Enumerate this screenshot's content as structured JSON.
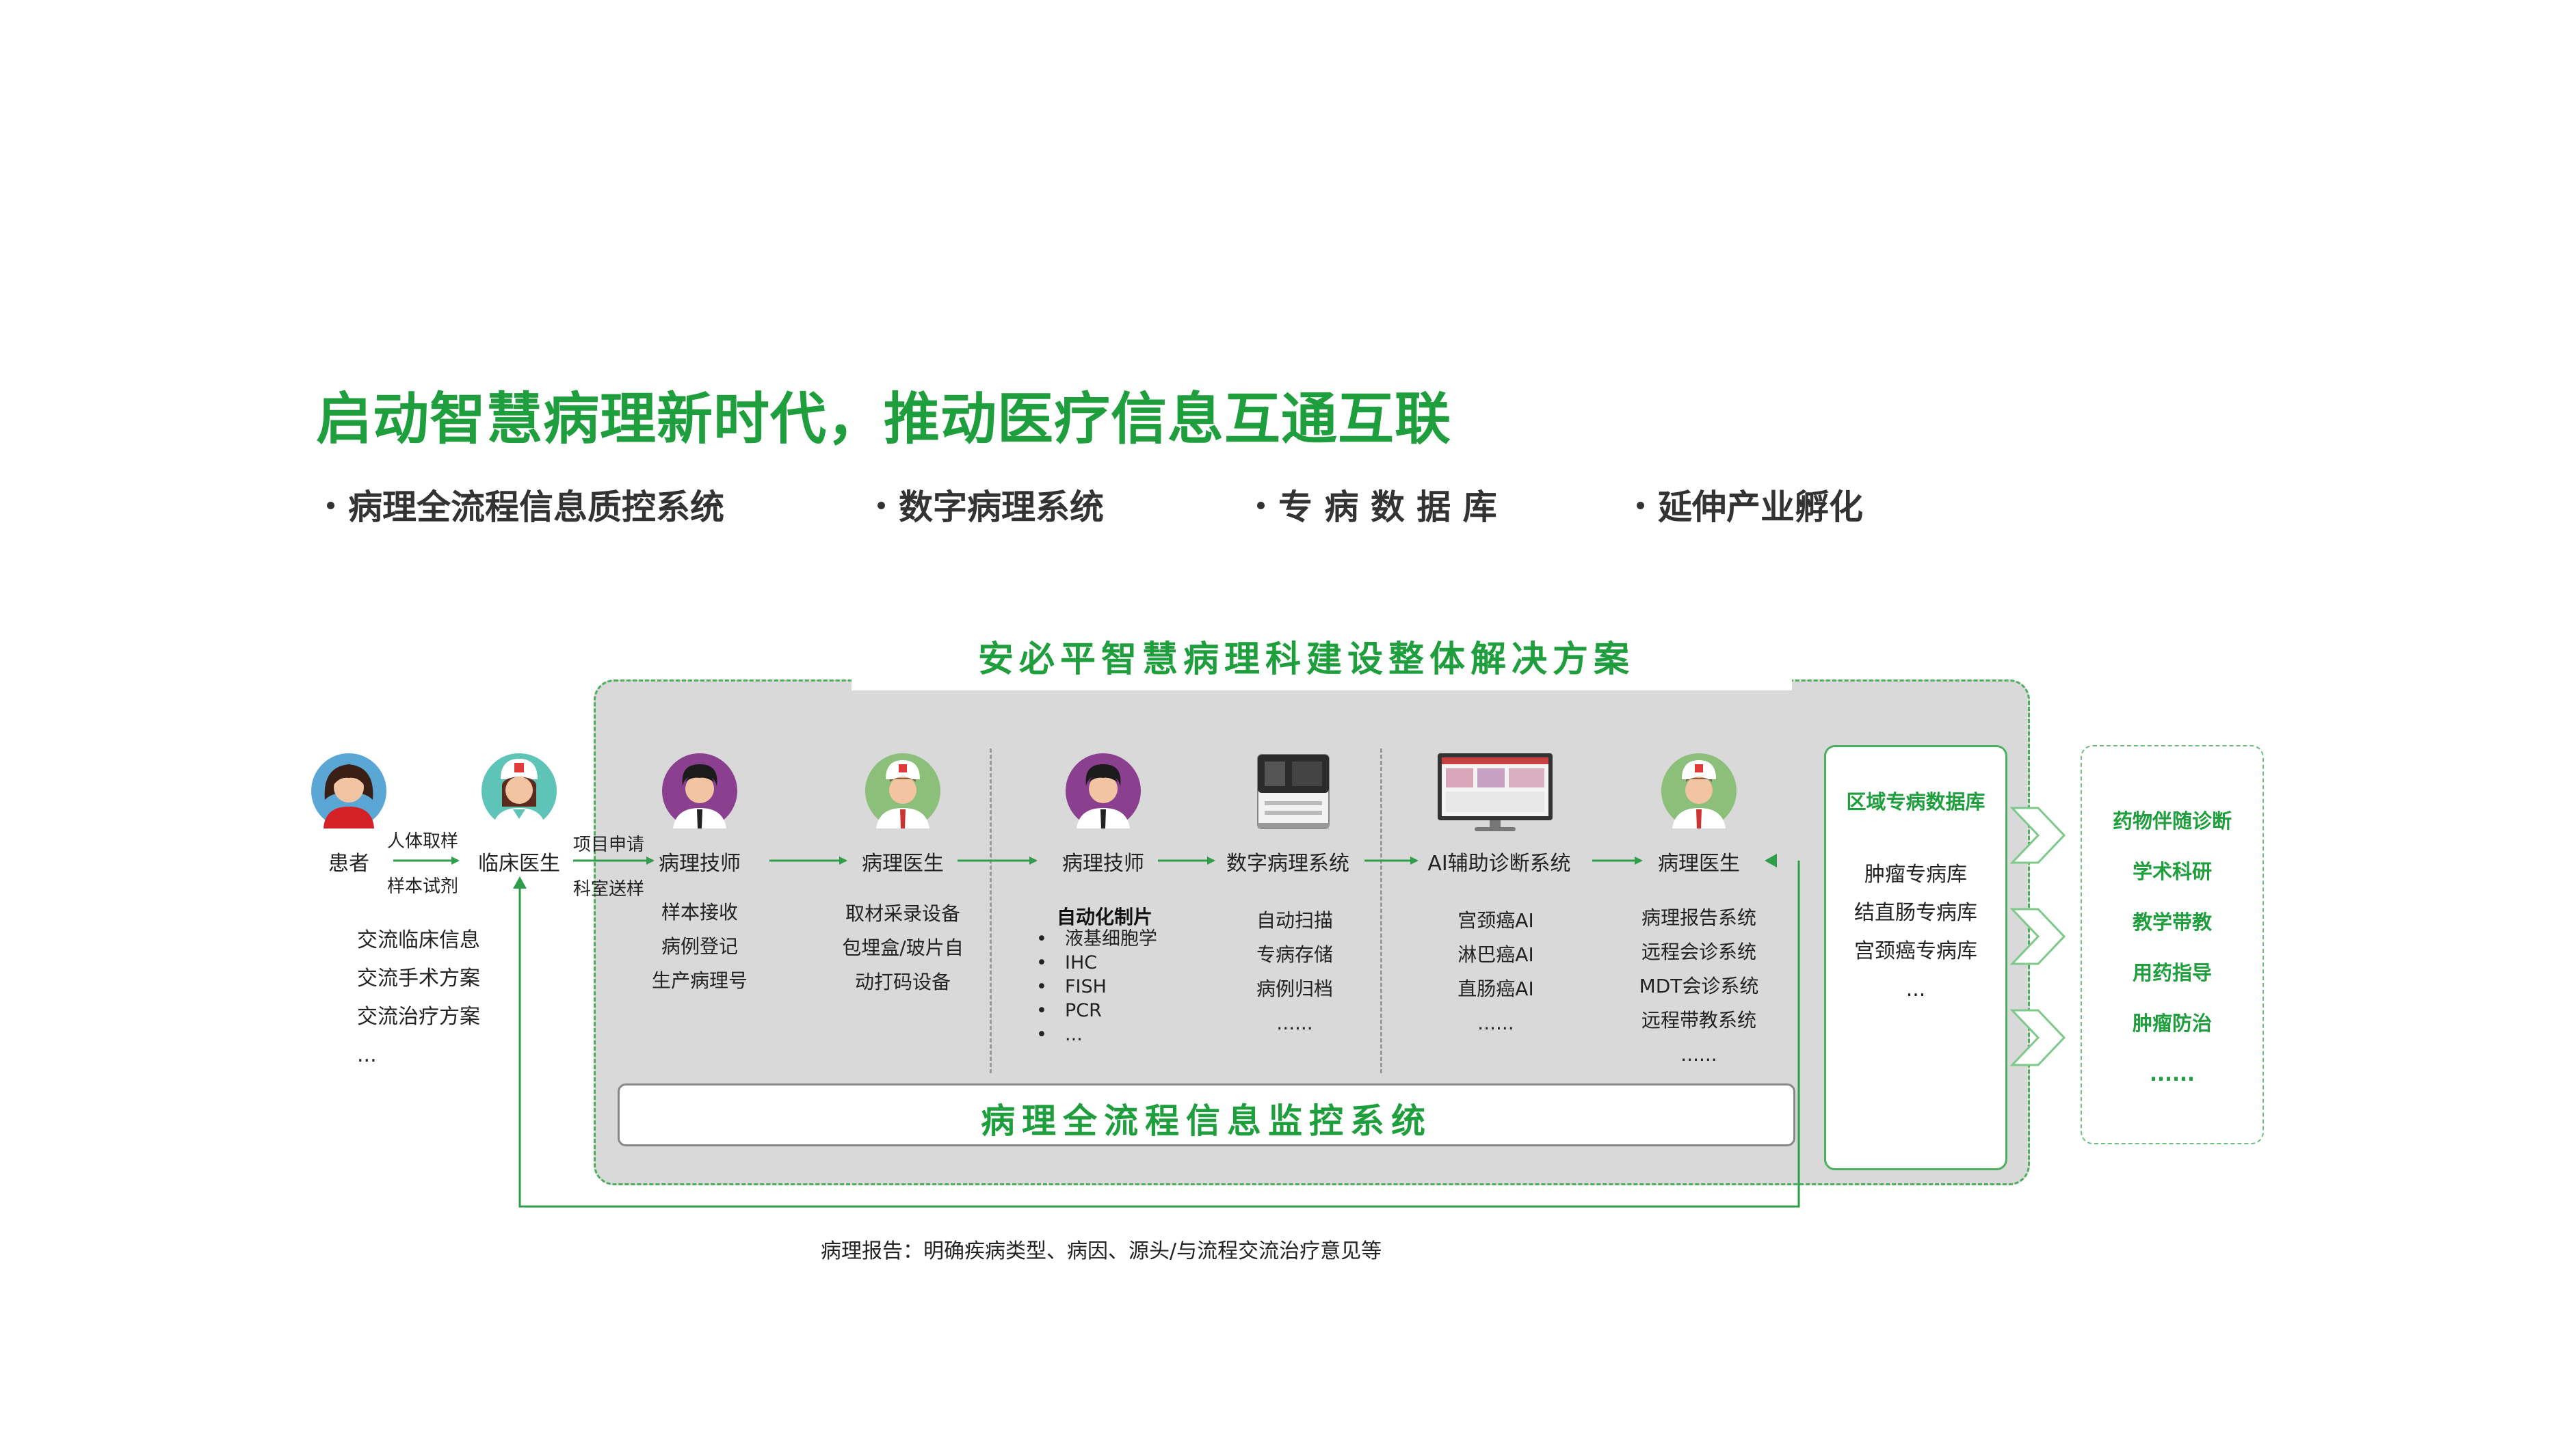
{
  "title": "启动智慧病理新时代，推动医疗信息互通互联",
  "bullets": [
    "病理全流程信息质控系统",
    "数字病理系统",
    "专 病 数 据 库",
    "延伸产业孵化"
  ],
  "solution_title": "安必平智慧病理科建设整体解决方案",
  "colors": {
    "accent_green": "#1e9e3c",
    "panel_gray": "#d9d9d9",
    "arrow_green": "#2e9e4a"
  },
  "patient": {
    "label": "患者",
    "arrow_top": "人体取样",
    "arrow_bottom": "样本试剂"
  },
  "clinician": {
    "label": "临床医生",
    "arrow_top": "项目申请",
    "arrow_bottom": "科室送样",
    "items": [
      "交流临床信息",
      "交流手术方案",
      "交流治疗方案",
      "..."
    ]
  },
  "stages": [
    {
      "label": "病理技师",
      "icon": "technician-avatar-icon",
      "items": [
        "样本接收",
        "病例登记",
        "生产病理号"
      ]
    },
    {
      "label": "病理医生",
      "icon": "pathologist-avatar-icon",
      "items": [
        "取材采录设备",
        "包埋盒/玻片自",
        "动打码设备"
      ]
    },
    {
      "label": "病理技师",
      "icon": "technician-avatar-icon",
      "automation_title": "自动化制片",
      "items": [
        "液基细胞学",
        "IHC",
        "FISH",
        "PCR",
        "..."
      ]
    },
    {
      "label": "数字病理系统",
      "icon": "slide-scanner-icon",
      "items": [
        "自动扫描",
        "专病存储",
        "病例归档",
        "......"
      ]
    },
    {
      "label": "AI辅助诊断系统",
      "icon": "monitor-icon",
      "items": [
        "宫颈癌AI",
        "淋巴癌AI",
        "直肠癌AI",
        "......"
      ]
    },
    {
      "label": "病理医生",
      "icon": "pathologist-avatar-icon",
      "items": [
        "病理报告系统",
        "远程会诊系统",
        "MDT会诊系统",
        "远程带教系统",
        "......"
      ]
    }
  ],
  "monitor_system": "病理全流程信息监控系统",
  "regional_db": {
    "title": "区域专病数据库",
    "items": [
      "肿瘤专病库",
      "结直肠专病库",
      "宫颈癌专病库",
      "..."
    ]
  },
  "extensions": [
    "药物伴随诊断",
    "学术科研",
    "教学带教",
    "用药指导",
    "肿瘤防治",
    "......"
  ],
  "report_note": "病理报告：明确疾病类型、病因、源头/与流程交流治疗意见等"
}
